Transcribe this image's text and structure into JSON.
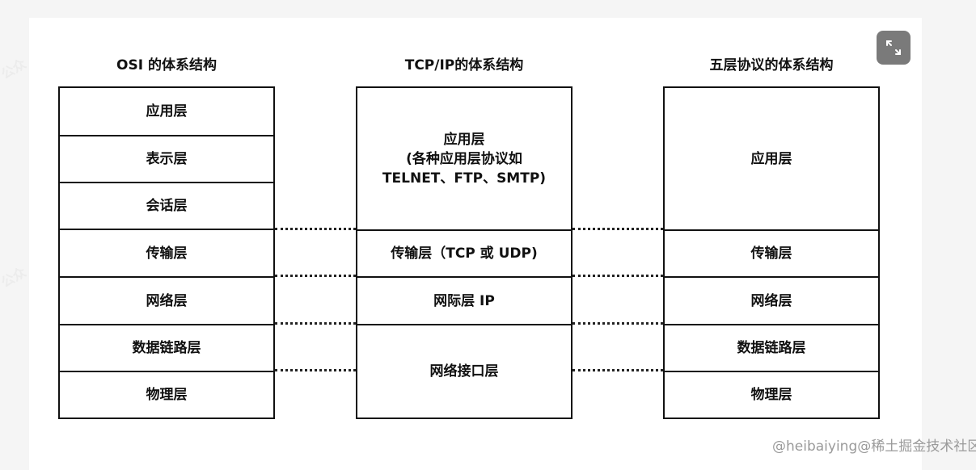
{
  "watermark": "@heibaiying@稀土掘金技术社区",
  "faint_marks": [
    "公众",
    "公众"
  ],
  "osi": {
    "title": "OSI 的体系结构",
    "layers": [
      "应用层",
      "表示层",
      "会话层",
      "传输层",
      "网络层",
      "数据链路层",
      "物理层"
    ]
  },
  "tcpip": {
    "title": "TCP/IP的体系结构",
    "app_line1": "应用层",
    "app_line2": "(各种应用层协议如",
    "app_line3": "TELNET、FTP、SMTP)",
    "transport": "传输层（TCP 或 UDP)",
    "internet": "网际层 IP",
    "link": "网络接口层"
  },
  "five": {
    "title": "五层协议的体系结构",
    "layers": [
      "应用层",
      "传输层",
      "网络层",
      "数据链路层",
      "物理层"
    ]
  },
  "expand_icon": "expand-icon"
}
